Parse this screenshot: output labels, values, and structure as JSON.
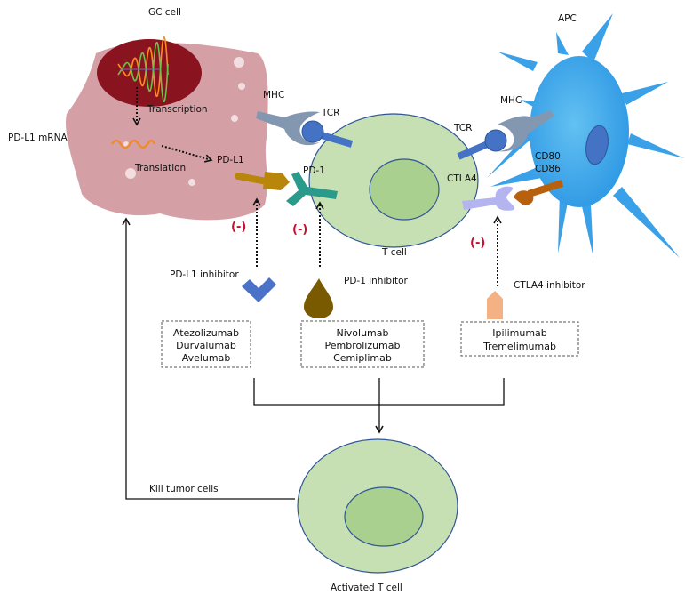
{
  "title": "Immune checkpoint inhibitors mechanism",
  "cells": {
    "gc_cell": "GC cell",
    "apc": "APC",
    "t_cell": "T cell",
    "activated_t_cell": "Activated T cell"
  },
  "labels": {
    "pdl1_mrna": "PD-L1  mRNA",
    "transcription": "Transcription",
    "translation": "Translation",
    "pdl1": "PD-L1",
    "mhc_left": "MHC",
    "tcr_left": "TCR",
    "pd1": "PD-1",
    "tcr_right": "TCR",
    "mhc_right": "MHC",
    "ctla4": "CTLA4",
    "cd80": "CD80",
    "cd86": "CD86",
    "kill_tumor": "Kill tumor cells"
  },
  "inhibition_marks": [
    "(-)",
    "(-)",
    "(-)"
  ],
  "inhibitors": [
    {
      "name": "PD-L1 inhibitor",
      "drugs": [
        "Atezolizumab",
        "Durvalumab",
        "Avelumab"
      ],
      "color": "#4a72c8"
    },
    {
      "name": "PD-1 inhibitor",
      "drugs": [
        "Nivolumab",
        "Pembrolizumab",
        "Cemiplimab"
      ],
      "color": "#7a5a00"
    },
    {
      "name": "CTLA4 inhibitor",
      "drugs": [
        "Ipilimumab",
        "Tremelimumab"
      ],
      "color": "#f4b183"
    }
  ],
  "colors": {
    "gc_cell": "#d4a0a6",
    "nucleus": "#8a1320",
    "t_cell": "#c6e0b4",
    "t_nucleus": "#a9d08e",
    "apc": "#3aa0e8",
    "pdl1": "#b8860b",
    "pd1": "#2a9a8a",
    "mhc": "#8497b0",
    "tcr": "#4472c4",
    "ctla4": "#b4b4f0",
    "cd80": "#b8600b",
    "negative": "#c8102e"
  }
}
